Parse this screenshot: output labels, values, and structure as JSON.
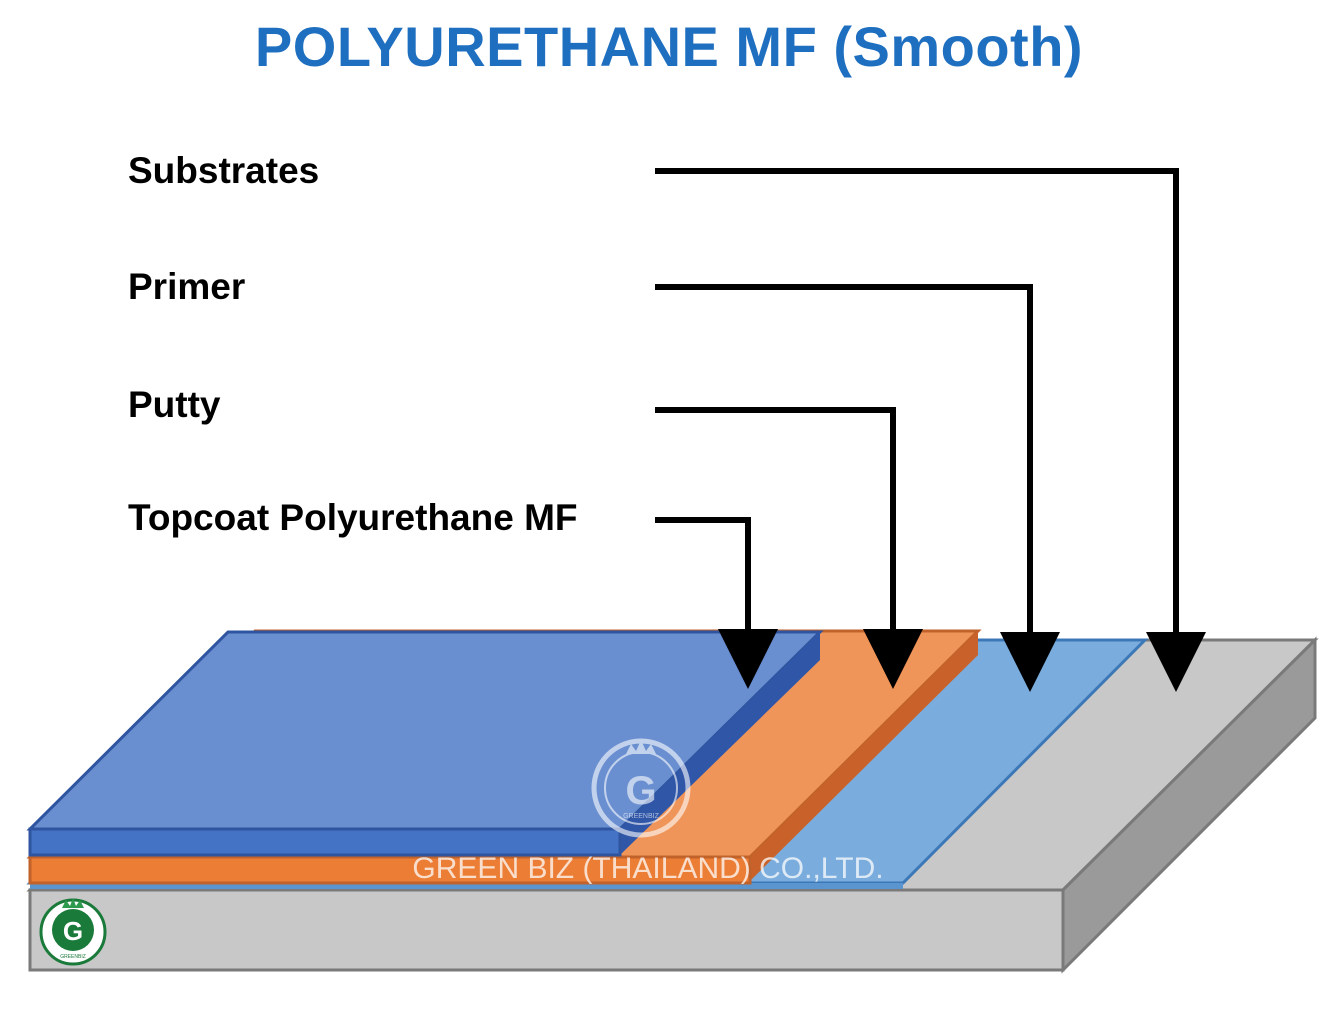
{
  "title": "POLYURETHANE MF (Smooth)",
  "layers": [
    {
      "id": "substrates",
      "label": "Substrates",
      "color": "#c8c8c8"
    },
    {
      "id": "primer",
      "label": "Primer",
      "color": "#7aaddd"
    },
    {
      "id": "putty",
      "label": "Putty",
      "color": "#f0955a"
    },
    {
      "id": "topcoat",
      "label": "Topcoat Polyurethane MF",
      "color": "#6a8fd0"
    }
  ],
  "watermark": {
    "company": "GREEN BIZ (THAILAND) CO.,LTD.",
    "logo_letter": "G",
    "logo_subtext": "GREENBIZ"
  },
  "corner_logo": {
    "letter": "G",
    "subtext": "GREENBIZ"
  },
  "colors": {
    "title": "#1f6fc0",
    "arrow": "#000000"
  }
}
